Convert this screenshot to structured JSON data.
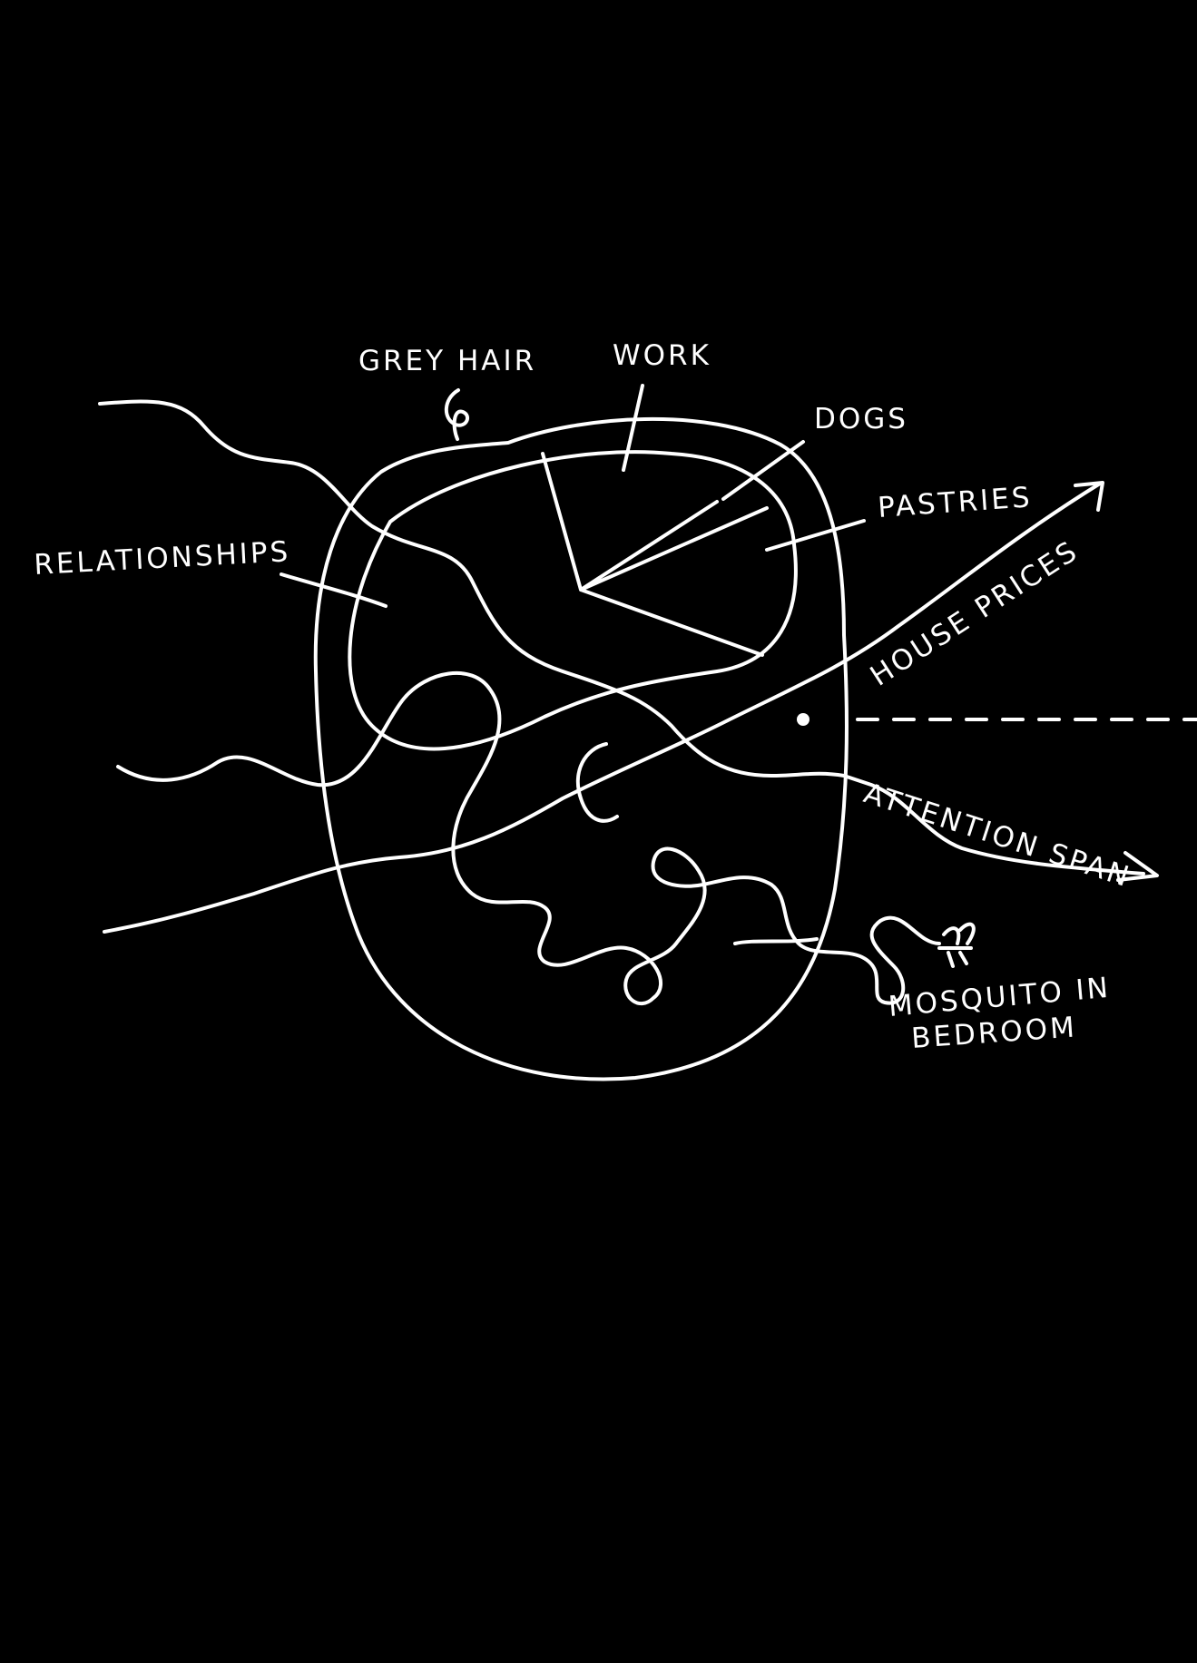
{
  "labels": {
    "grey_hair": "GREY HAIR",
    "work": "WORK",
    "dogs": "DOGS",
    "pastries": "PASTRIES",
    "relationships": "RELATIONSHIPS",
    "house_prices": "HOUSE PRICES",
    "attention_span": "ATTENTION SPAN",
    "mosquito_line1": "MOSQUITO IN",
    "mosquito_line2": "BEDROOM"
  },
  "colors": {
    "background": "#000000",
    "ink": "#ffffff"
  }
}
